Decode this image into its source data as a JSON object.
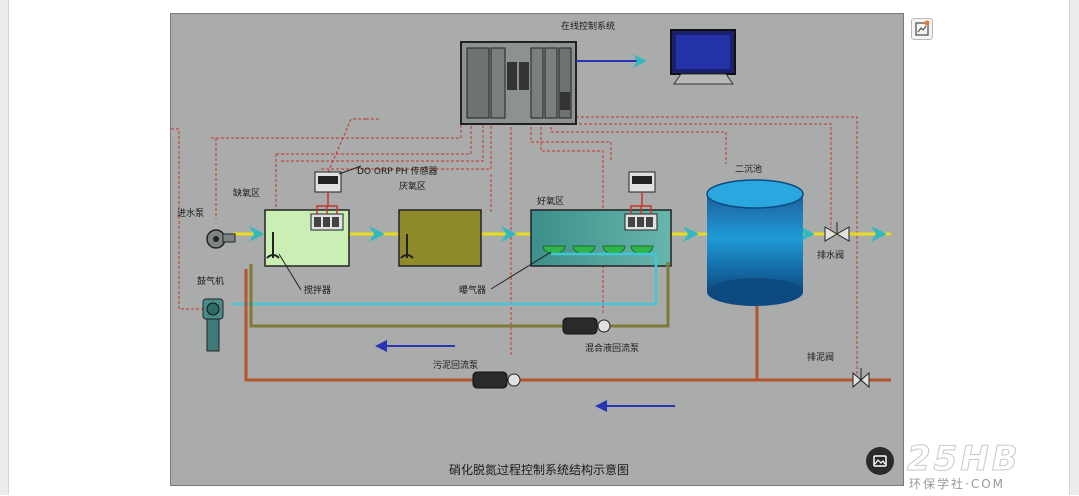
{
  "diagram": {
    "title": "硝化脱氮过程控制系统结构示意图",
    "labels": {
      "control_system": "在线控制系统",
      "anoxic_zone": "缺氧区",
      "anaerobic_zone": "厌氧区",
      "aerobic_zone": "好氧区",
      "secondary_clarifier": "二沉池",
      "inlet_pump": "进水泵",
      "blower": "鼓气机",
      "mixer": "搅拌器",
      "aerator": "曝气器",
      "sensors": "DO ORP PH 传感器",
      "mixed_liquor_return_pump": "混合液回流泵",
      "sludge_return_pump": "污泥回流泵",
      "drain_valve": "排水阀",
      "sludge_valve": "排泥阀"
    }
  },
  "watermark": {
    "brand": "25HB",
    "tagline": "环保学社·COM"
  },
  "colors": {
    "frame_bg": "#a9acab",
    "water_line": "#e8dc1e",
    "air_line": "#43c6d6",
    "sludge_line": "#b5542a",
    "mixed_line": "#7d7a38",
    "signal_line": "#c8332c",
    "flow_arrow": "#2735b5",
    "anoxic_tank": "#c9efb4",
    "anaerobic_tank": "#8f8a2a",
    "aerobic_tank": "#4fa39d",
    "clarifier": "#1b6ca8"
  },
  "icons": {
    "expand": "expand-image-icon",
    "search": "image-search-icon"
  }
}
